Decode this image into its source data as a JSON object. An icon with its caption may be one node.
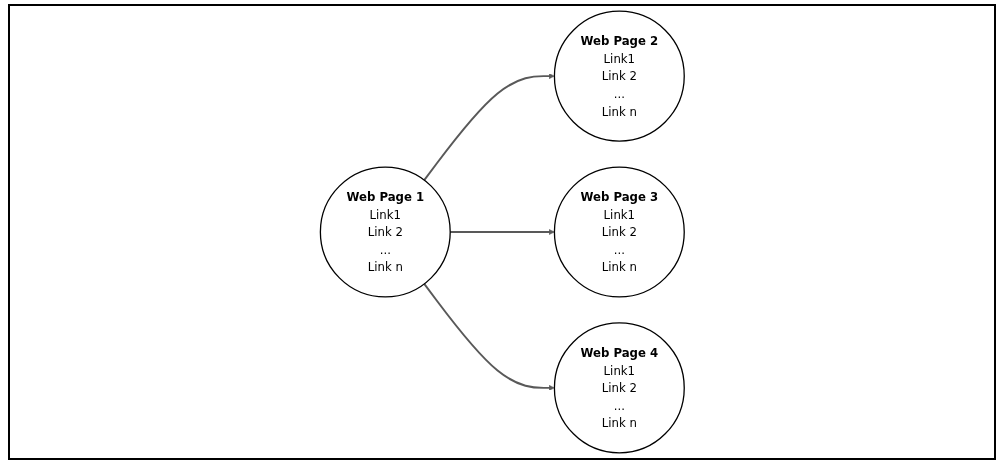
{
  "diagram": {
    "nodes": [
      {
        "text": [
          "Web Page 1",
          "Link1",
          "Link 2",
          "...",
          "Link n"
        ]
      },
      {
        "text": [
          "Web Page 2",
          "Link1",
          "Link 2",
          "...",
          "Link n"
        ]
      },
      {
        "text": [
          "Web Page 3",
          "Link1",
          "Link 2",
          "...",
          "Link n"
        ]
      },
      {
        "text": [
          "Web Page 4",
          "Link1",
          "Link 2",
          "...",
          "Link n"
        ]
      }
    ],
    "edges": [
      {
        "from": 0,
        "to": 1,
        "arrow": "to"
      },
      {
        "from": 0,
        "to": 2,
        "arrow": "to"
      },
      {
        "from": 0,
        "to": 3,
        "arrow": "to"
      }
    ]
  }
}
